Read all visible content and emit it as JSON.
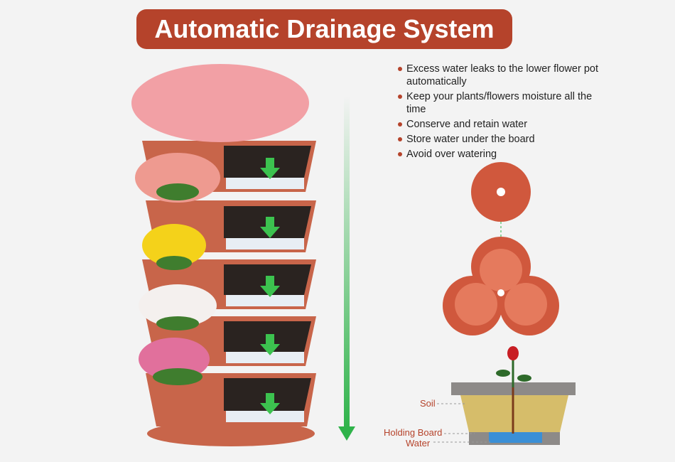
{
  "title": "Automatic Drainage System",
  "bullets": [
    "Excess water leaks to the lower flower pot automatically",
    "Keep your plants/flowers moisture all the time",
    "Conserve and retain water",
    "Store water under the board",
    "Avoid over watering"
  ],
  "diagram_labels": {
    "soil": "Soil",
    "holding_board": "Holding Board",
    "water": "Water"
  },
  "colors": {
    "accent": "#b5432b",
    "pot": "#c8654a",
    "arrow": "#2fb34a"
  }
}
